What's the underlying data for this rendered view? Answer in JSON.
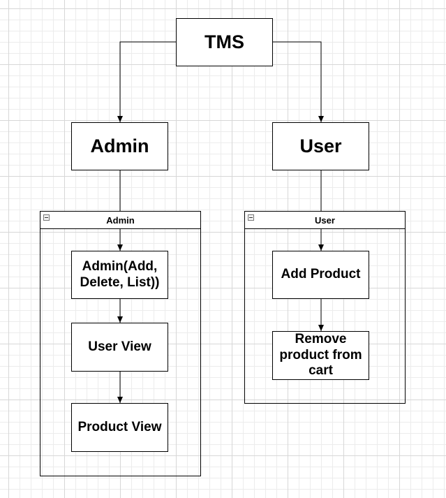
{
  "root": {
    "label": "TMS"
  },
  "branches": {
    "admin": {
      "label": "Admin"
    },
    "user": {
      "label": "User"
    }
  },
  "containers": {
    "admin": {
      "title": "Admin",
      "items": [
        "Admin(Add, Delete, List))",
        "User View",
        "Product View"
      ]
    },
    "user": {
      "title": "User",
      "items": [
        "Add Product",
        "Remove product from cart"
      ]
    }
  }
}
